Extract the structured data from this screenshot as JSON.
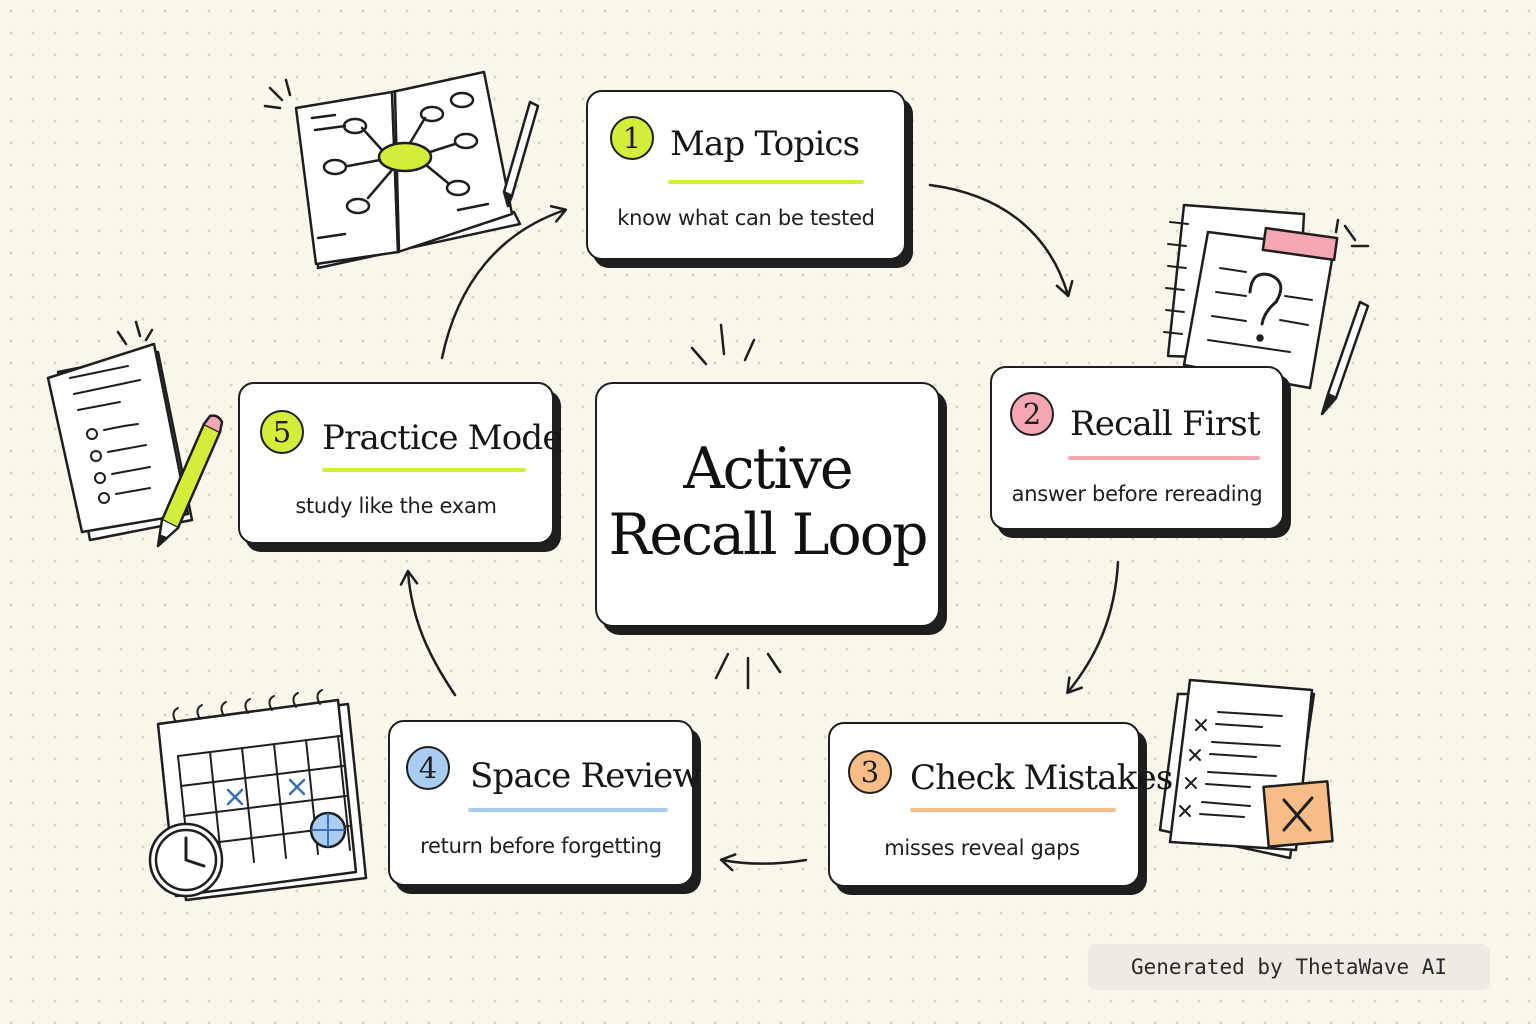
{
  "center": {
    "title_line1": "Active",
    "title_line2": "Recall Loop"
  },
  "steps": [
    {
      "number": "1",
      "title": "Map Topics",
      "subtitle": "know what can be tested",
      "color": "#d4ed3a",
      "icon": "mind-map-notebook-icon"
    },
    {
      "number": "2",
      "title": "Recall First",
      "subtitle": "answer before rereading",
      "color": "#f4a7b2",
      "icon": "question-notepad-icon"
    },
    {
      "number": "3",
      "title": "Check Mistakes",
      "subtitle": "misses reveal gaps",
      "color": "#f6bd87",
      "icon": "marked-checklist-icon"
    },
    {
      "number": "4",
      "title": "Space Review",
      "subtitle": "return before forgetting",
      "color": "#a9cdf0",
      "icon": "calendar-clock-icon"
    },
    {
      "number": "5",
      "title": "Practice Mode",
      "subtitle": "study like the exam",
      "color": "#d4ed3a",
      "icon": "quiz-sheet-pencil-icon"
    }
  ],
  "colors": {
    "highlight": "#d4ed3a",
    "ink": "#1e1e1e",
    "background": "#f9f6ec"
  },
  "footer": {
    "credit": "Generated by ThetaWave AI"
  }
}
